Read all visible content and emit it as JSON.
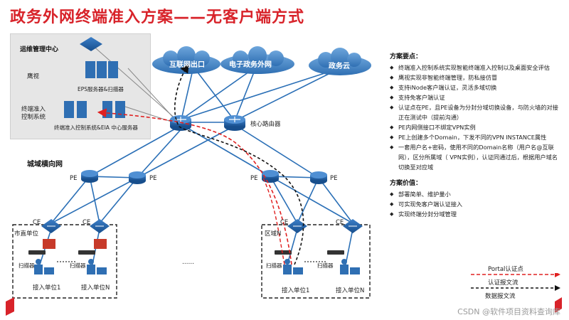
{
  "title": "政务外网终端准入方案——无客户端方式",
  "mgmt": {
    "center_label": "运维管理中心",
    "yingshi_label": "鹰视",
    "eps_label": "EPS服务器&扫描器",
    "access_label_1": "终端准入",
    "access_label_2": "控制系统",
    "servers_label": "终端准入控制系统&EIA 中心服务器"
  },
  "clouds": [
    "互联网出口",
    "电子政务外网",
    "政务云"
  ],
  "core_router_label": "核心路由器",
  "city_network_label": "城域横向网",
  "pe_labels": [
    "PE",
    "PE",
    "PE",
    "PE"
  ],
  "ce_labels": [
    "CE",
    "CE",
    "CE",
    "CE"
  ],
  "units": {
    "city_label": "市直单位",
    "district_label": "区域N",
    "scanner_label": "扫描器",
    "access_unit_1": "接入单位1",
    "access_unit_n": "接入单位N",
    "dots": "……"
  },
  "plan_points": {
    "title": "方案要点：",
    "items": [
      "终端准入控制系统实现智能终端准入控制以及桌面安全评估",
      "鹰视实现非智能终端管理，防私接仿冒",
      "支持iNode客户端认证，灵活多域切换",
      "支持免客户端认证",
      "认证点在PE，且PE设备为分封分域切换设备，与防火墙的对接正在测试中（提前沟通）",
      "PE内网侧接口不绑定VPN实例",
      "PE上创建多个Domain，下发不同的VPN INSTANCE属性",
      "一套用户名+密码，使用不同的Domain名称（用户名@互联网），区分所属域（ VPN实例），认证同通过后，根据用户域名切换至对应域"
    ]
  },
  "plan_value": {
    "title": "方案价值：",
    "items": [
      "部署简单、维护量小",
      "可实现免客户端认证接入",
      "实现终端分封分域管理"
    ]
  },
  "legend": {
    "portal": "Portal认证点",
    "auth_flow": "认证报文流",
    "data_flow": "数据报文流"
  },
  "watermark": "CSDN @软件项目资料查询库",
  "colors": {
    "title_red": "#d8232a",
    "link_blue": "#2a6fb6",
    "router_blue": "#1f5fa5",
    "auth_red": "#e02020",
    "data_black": "#111111"
  }
}
